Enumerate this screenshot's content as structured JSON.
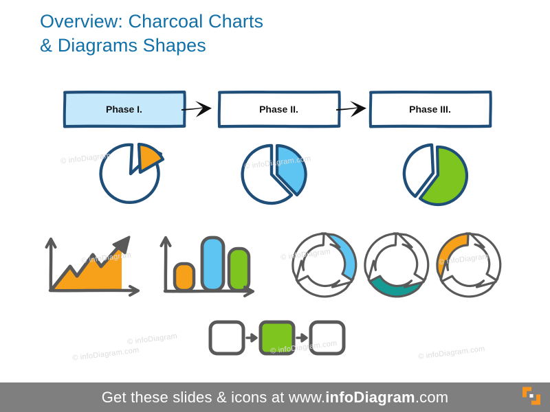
{
  "slide": {
    "title": "Overview: Charcoal Charts\n& Diagrams Shapes",
    "background": "#ffffff",
    "title_color": "#1170a8"
  },
  "palette": {
    "navy": "#1f4e79",
    "charcoal": "#595959",
    "orange": "#f7a11a",
    "light_blue": "#5ec5f2",
    "pale_blue": "#c5e8fa",
    "green": "#7ec520",
    "teal": "#169b94",
    "black": "#111111",
    "footer_gray": "#7f7f7f",
    "watermark_gray": "#dcdcdc"
  },
  "phase_flow": {
    "boxes": [
      {
        "label": "Phase I.",
        "fill": "#c5e8fa",
        "border": "#1f4e79"
      },
      {
        "label": "Phase II.",
        "fill": "#ffffff",
        "border": "#1f4e79"
      },
      {
        "label": "Phase III.",
        "fill": "#ffffff",
        "border": "#1f4e79"
      }
    ],
    "arrows": [
      {
        "name": "flow-arrow-1",
        "color": "#111111"
      },
      {
        "name": "flow-arrow-2",
        "color": "#111111"
      }
    ]
  },
  "charts": {
    "pie_charts": [
      {
        "name": "pie-chart-1",
        "outline": "#1f4e79",
        "exploded": true,
        "slices": [
          {
            "label": "highlight",
            "value": 25,
            "color": "#f7a11a"
          },
          {
            "label": "remainder",
            "value": 75,
            "color": "#ffffff"
          }
        ]
      },
      {
        "name": "pie-chart-2",
        "outline": "#1f4e79",
        "exploded": true,
        "slices": [
          {
            "label": "highlight",
            "value": 42,
            "color": "#5ec5f2"
          },
          {
            "label": "remainder",
            "value": 58,
            "color": "#ffffff"
          }
        ]
      },
      {
        "name": "pie-chart-3",
        "outline": "#1f4e79",
        "exploded": true,
        "slices": [
          {
            "label": "highlight",
            "value": 70,
            "color": "#7ec520"
          },
          {
            "label": "remainder",
            "value": 30,
            "color": "#ffffff"
          }
        ]
      }
    ],
    "area_chart": {
      "name": "area-chart",
      "fill": "#f7a11a",
      "line_color": "#595959",
      "axis_color": "#595959",
      "has_arrow_marker": true
    },
    "bar_chart": {
      "name": "bar-chart",
      "axis_color": "#595959",
      "bar_outline": "#595959",
      "bars": [
        {
          "label": "bar-1",
          "height": 40,
          "color": "#f7a11a"
        },
        {
          "label": "bar-2",
          "height": 78,
          "color": "#5ec5f2"
        },
        {
          "label": "bar-3",
          "height": 60,
          "color": "#7ec520"
        }
      ]
    },
    "cycle_diagrams": [
      {
        "name": "cycle-1",
        "outline": "#595959",
        "segments": 3,
        "highlight_index": 0,
        "highlight_color": "#5ec5f2"
      },
      {
        "name": "cycle-2",
        "outline": "#595959",
        "segments": 3,
        "highlight_index": 2,
        "highlight_color": "#169b94"
      },
      {
        "name": "cycle-3",
        "outline": "#595959",
        "segments": 3,
        "highlight_index": 1,
        "highlight_color": "#f7a11a"
      }
    ],
    "process_flow": {
      "name": "process-flow",
      "outline": "#595959",
      "arrow_color": "#595959",
      "steps": [
        {
          "label": "step-1",
          "fill": "#ffffff"
        },
        {
          "label": "step-2",
          "fill": "#7ec520"
        },
        {
          "label": "step-3",
          "fill": "#ffffff"
        }
      ]
    }
  },
  "watermarks": {
    "short": "© infoDiagram",
    "full": "© infoDiagram.com"
  },
  "footer": {
    "text_before": "Get these slides & icons at www.",
    "text_brand": "infoDiagram",
    "text_after": ".com",
    "background": "#7f7f7f",
    "text_color": "#ffffff",
    "logo_color": "#f7941e"
  }
}
